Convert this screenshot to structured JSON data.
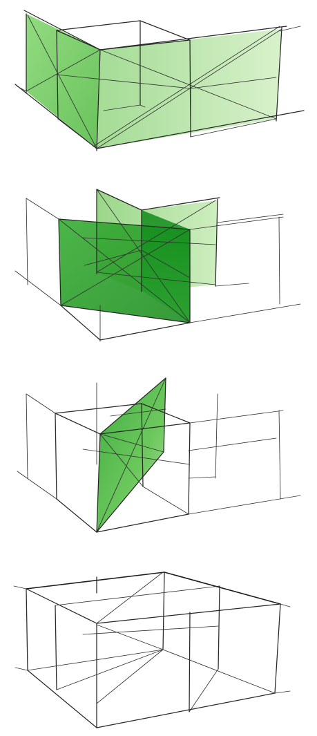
{
  "figures": [
    {
      "id": "sketch-1",
      "subject": "cube-wireframe-with-two-perpendicular-green-planes-through-back-edge"
    },
    {
      "id": "sketch-2",
      "subject": "cube-wireframe-with-two-intersecting-green-planes-through-center"
    },
    {
      "id": "sketch-3",
      "subject": "cube-wireframe-with-one-diagonal-green-plane"
    },
    {
      "id": "sketch-4",
      "subject": "cube-wireframe-without-planes"
    }
  ],
  "colors": {
    "plane_light": "#a8dc8c",
    "plane_mid": "#6cc552",
    "plane_dark": "#2e9e2a",
    "line": "#262626"
  }
}
